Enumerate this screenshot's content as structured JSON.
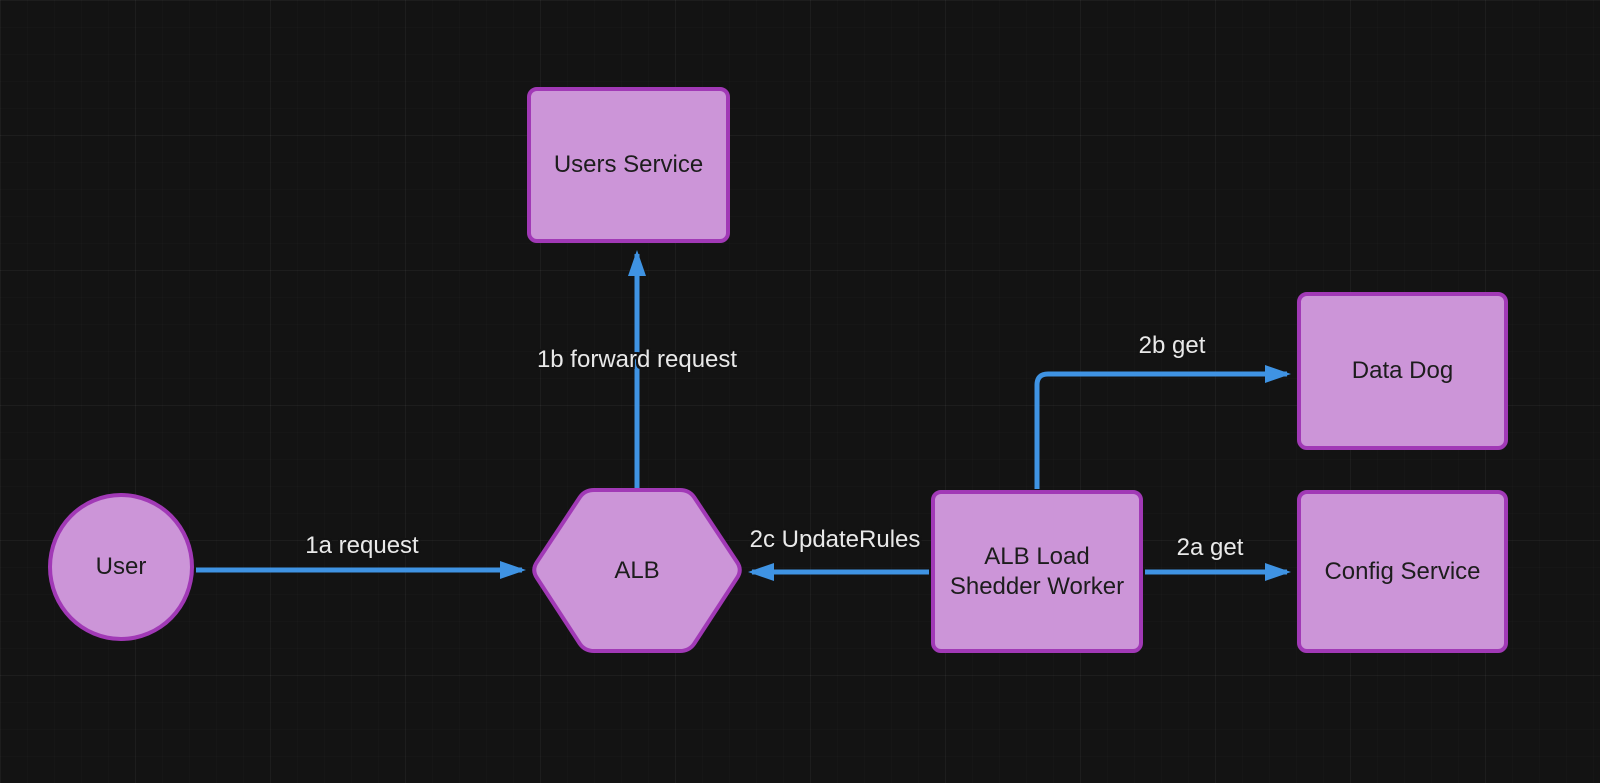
{
  "diagram": {
    "title": "ALB load shedding flow diagram",
    "colors": {
      "canvas_background": "#131313",
      "node_fill": "#cc95d8",
      "node_border": "#a139b6",
      "node_text": "#1d1d1d",
      "edge": "#3f93e3",
      "edge_label_text": "#e9e9e9"
    },
    "nodes": {
      "user": {
        "label": "User",
        "shape": "circle"
      },
      "alb": {
        "label": "ALB",
        "shape": "hexagon"
      },
      "users_service": {
        "label": "Users Service",
        "shape": "rounded-rectangle"
      },
      "worker": {
        "label": "ALB Load Shedder Worker",
        "shape": "rounded-rectangle"
      },
      "data_dog": {
        "label": "Data Dog",
        "shape": "rounded-rectangle"
      },
      "config_service": {
        "label": "Config Service",
        "shape": "rounded-rectangle"
      }
    },
    "edges": {
      "request": {
        "from": "user",
        "to": "alb",
        "label": "1a request"
      },
      "forward_request": {
        "from": "alb",
        "to": "users_service",
        "label": "1b forward request"
      },
      "get_config": {
        "from": "worker",
        "to": "config_service",
        "label": "2a get"
      },
      "get_datadog": {
        "from": "worker",
        "to": "data_dog",
        "label": "2b get"
      },
      "update_rules": {
        "from": "worker",
        "to": "alb",
        "label": "2c UpdateRules"
      }
    }
  }
}
